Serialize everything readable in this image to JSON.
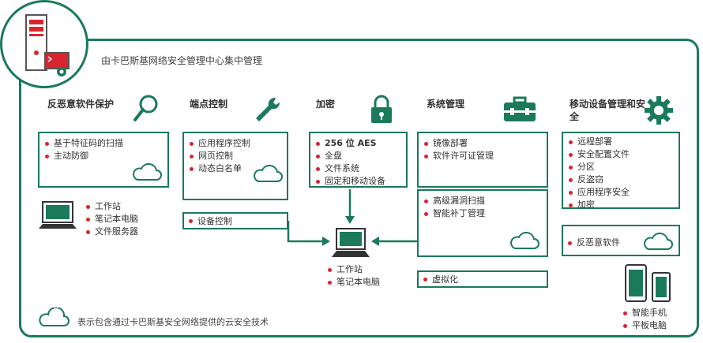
{
  "header": {
    "caption": "由卡巴斯基网络安全管理中心集中管理"
  },
  "sections": {
    "antimalware": {
      "title": "反恶意软件保护",
      "items": [
        "基于特征码的扫描",
        "主动防御"
      ]
    },
    "endpoint": {
      "title": "端点控制",
      "items": [
        "应用程序控制",
        "网页控制",
        "动态白名单"
      ],
      "device_control": "设备控制"
    },
    "encryption": {
      "title": "加密",
      "items": [
        "256 位 AES",
        "全盘",
        "文件系统",
        "固定和移动设备"
      ]
    },
    "sysmgmt": {
      "title": "系统管理",
      "items_top": [
        "镜像部署",
        "软件许可证管理"
      ],
      "items_bottom": [
        "高级漏洞扫描",
        "智能补丁管理"
      ],
      "virtualization": "虚拟化"
    },
    "mobile": {
      "title": "移动设备管理和安全",
      "items": [
        "远程部署",
        "安全配置文件",
        "分区",
        "反盗窃",
        "应用程序安全",
        "加密"
      ],
      "antimalware": "反恶意软件"
    }
  },
  "devices": {
    "workstation_list": [
      "工作站",
      "笔记本电脑",
      "文件服务器"
    ],
    "center_list": [
      "工作站",
      "笔记本电脑"
    ],
    "mobile_list": [
      "智能手机",
      "平板电脑"
    ]
  },
  "legend": {
    "cloud_text": "表示包含通过卡巴斯基安全网络提供的云安全技术"
  },
  "colors": {
    "green": "#1a7a5a",
    "red": "#d7262f"
  }
}
